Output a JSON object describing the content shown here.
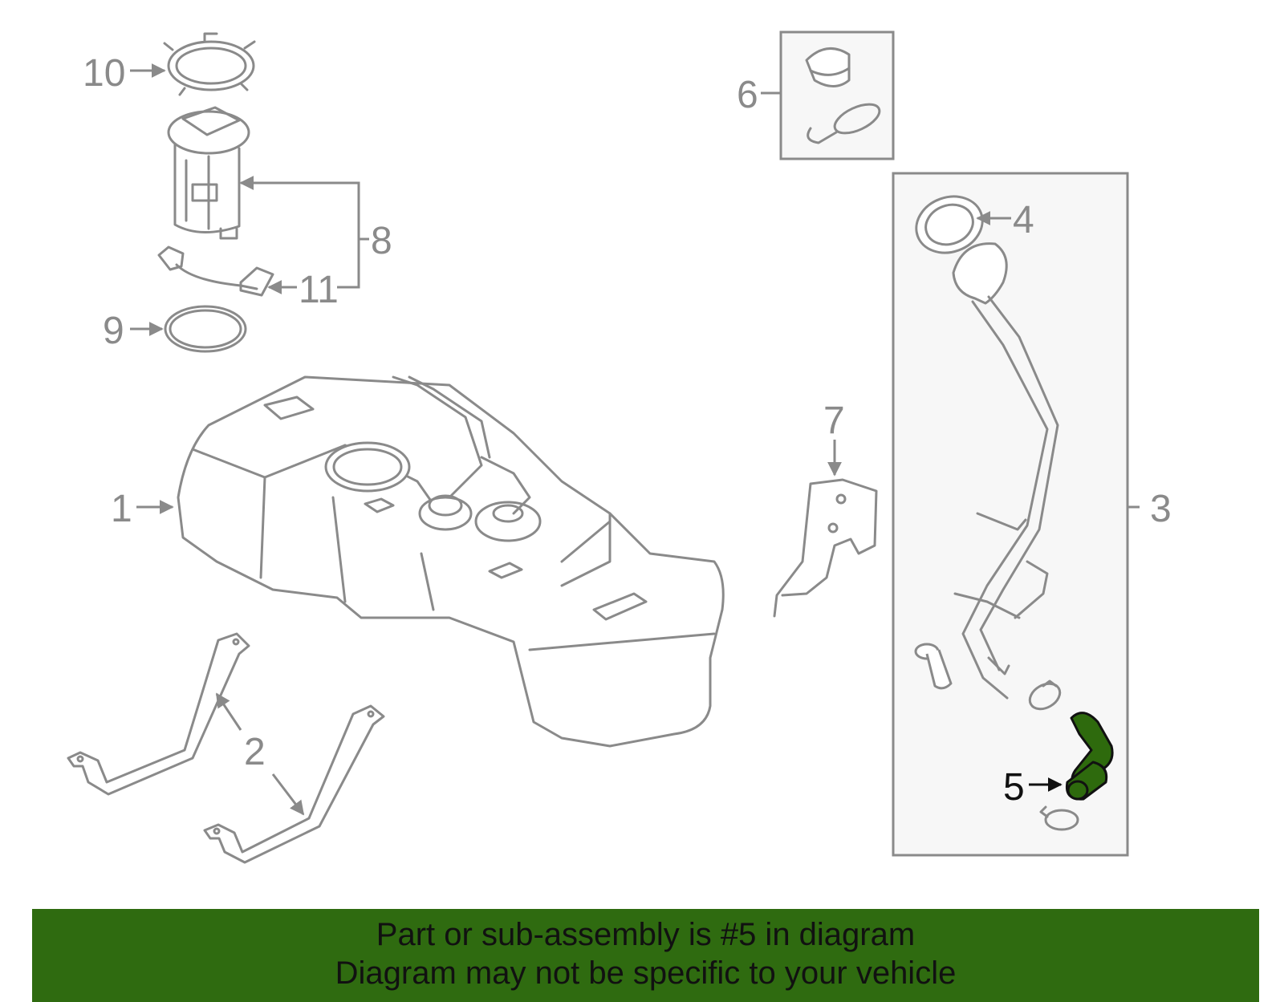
{
  "diagram": {
    "callouts": [
      "1",
      "2",
      "3",
      "4",
      "5",
      "6",
      "7",
      "8",
      "9",
      "10",
      "11"
    ],
    "highlighted_part": "5",
    "colors": {
      "highlight": "#2e6a0d",
      "banner": "#2f6b10",
      "line": "#8a8a8a"
    }
  },
  "banner": {
    "line1": "Part or sub-assembly is #5 in diagram",
    "line2": "Diagram may not be specific to your vehicle"
  }
}
